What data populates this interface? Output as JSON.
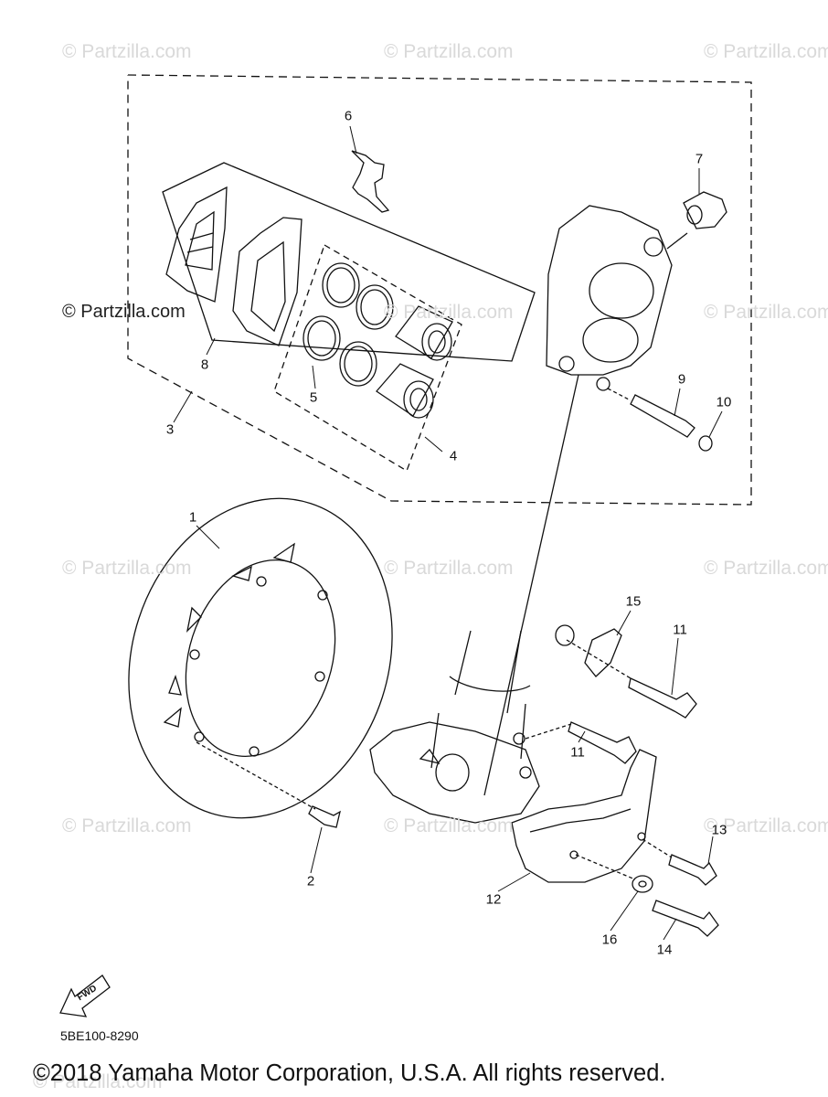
{
  "watermark": "© Partzilla.com",
  "watermark_visible": "© Partzilla.com",
  "callouts": [
    "1",
    "2",
    "3",
    "4",
    "5",
    "6",
    "7",
    "8",
    "9",
    "10",
    "11",
    "11",
    "12",
    "13",
    "14",
    "15",
    "16"
  ],
  "direction_label": "FWD",
  "diagram_code": "5BE100-8290",
  "copyright": "©2018 Yamaha Motor Corporation, U.S.A. All rights reserved.",
  "colors": {
    "line": "#111111",
    "watermark": "#d9d9d9"
  },
  "icons": [
    "fwd-arrow-icon"
  ]
}
